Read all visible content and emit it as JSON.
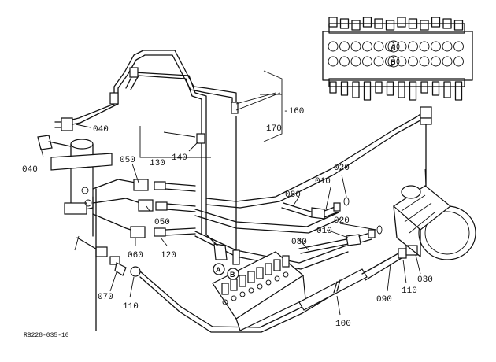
{
  "drawing_code": "RB228-035-10",
  "port_labels": {
    "a": "A",
    "b": "B"
  },
  "parts": {
    "p010a": "010",
    "p010b": "010",
    "p020a": "020",
    "p020b": "020",
    "p030": "030",
    "p040a": "040",
    "p040b": "040",
    "p050a": "050",
    "p050b": "050",
    "p060": "060",
    "p070": "070",
    "p080a": "080",
    "p080b": "080",
    "p090": "090",
    "p100": "100",
    "p110a": "110",
    "p110b": "110",
    "p120": "120",
    "p130": "130",
    "p140": "140",
    "p160": "-160",
    "p170": "170"
  }
}
